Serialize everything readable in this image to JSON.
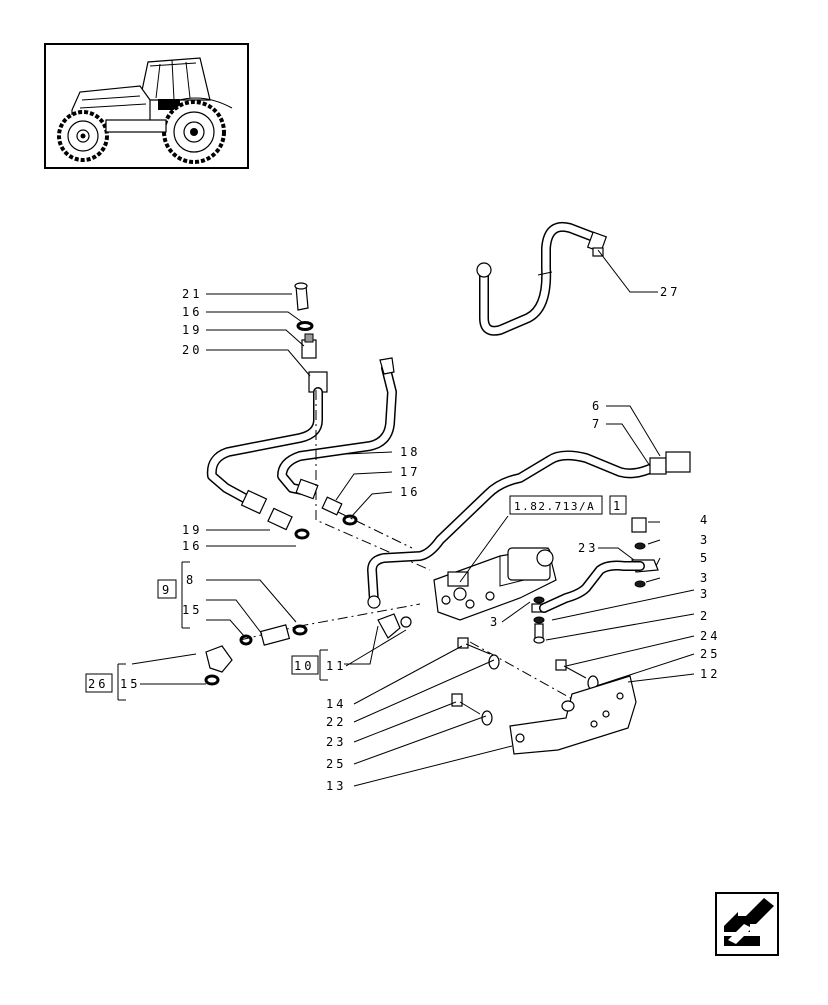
{
  "callouts": {
    "c21": "21",
    "c16a": "16",
    "c19a": "19",
    "c20": "20",
    "c27": "27",
    "c6": "6",
    "c7": "7",
    "c18": "18",
    "c17": "17",
    "c16b": "16",
    "c19b": "19",
    "c16c": "16",
    "c9box": "9",
    "c8": "8",
    "c15a": "15",
    "c26box": "26",
    "c15b": "15",
    "c10box": "10",
    "c11": "11",
    "ref_box": "1.82.713/A",
    "ref_box2": "1",
    "c23a": "23",
    "c4": "4",
    "c3a": "3",
    "c5": "5",
    "c3b": "3",
    "c3c": "3",
    "c3d": "3",
    "c2": "2",
    "c24": "24",
    "c25a": "25",
    "c12": "12",
    "c14": "14",
    "c22": "22",
    "c23b": "23",
    "c25b": "25",
    "c13": "13"
  },
  "colors": {
    "ink": "#000000",
    "paper": "#ffffff",
    "shade": "#9a9a9a"
  },
  "icons": {
    "thumbnail": "tractor-icon",
    "nav": "next-page-arrow-icon"
  }
}
